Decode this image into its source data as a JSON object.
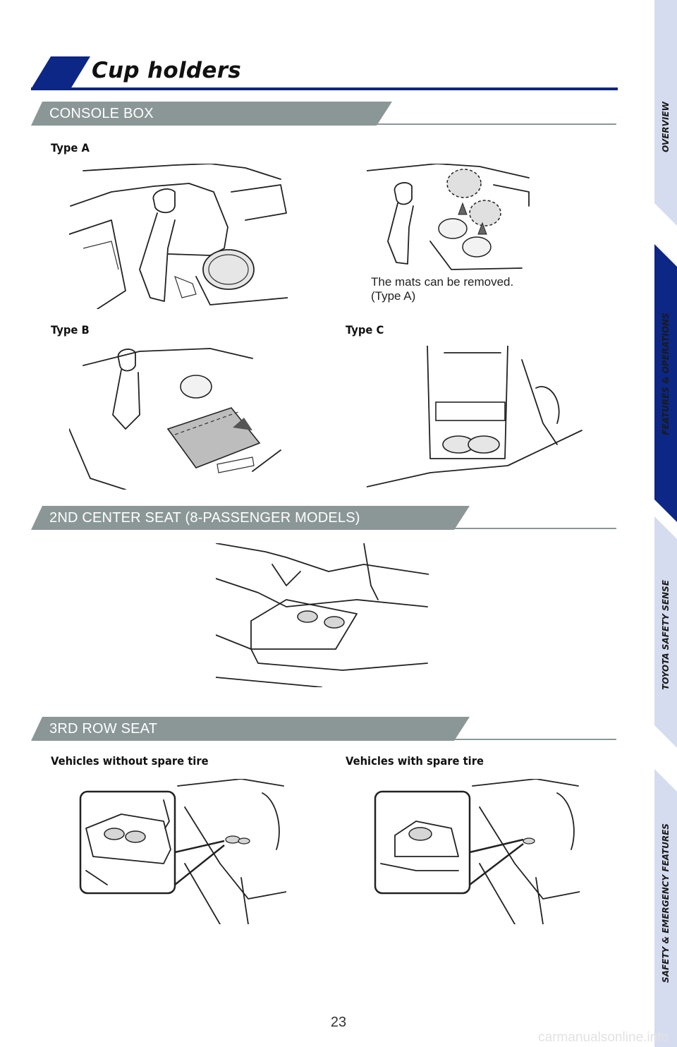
{
  "header": {
    "title": "Cup holders"
  },
  "sections": {
    "console": {
      "label": "CONSOLE BOX"
    },
    "second_center": {
      "label": "2ND CENTER SEAT (8-PASSENGER MODELS)"
    },
    "third_row": {
      "label": "3RD ROW SEAT"
    }
  },
  "console": {
    "type_a": "Type A",
    "type_b": "Type B",
    "type_c": "Type C",
    "caption_line1": "The mats can be removed.",
    "caption_line2": "(Type A)"
  },
  "third_row": {
    "without_spare": "Vehicles without spare tire",
    "with_spare": "Vehicles with spare tire"
  },
  "side_nav": [
    {
      "label": "OVERVIEW",
      "active": false
    },
    {
      "label": "FEATURES & OPERATIONS",
      "active": true
    },
    {
      "label": "TOYOTA SAFETY SENSE",
      "active": false
    },
    {
      "label": "SAFETY & EMERGENCY FEATURES",
      "active": false
    }
  ],
  "footer": {
    "page_number": "23",
    "watermark": "carmanualsonline.info"
  },
  "colors": {
    "brand_blue": "#0c2785",
    "section_gray": "#8b9797",
    "nav_light": "#d6dcef",
    "nav_active": "#0c2785"
  }
}
